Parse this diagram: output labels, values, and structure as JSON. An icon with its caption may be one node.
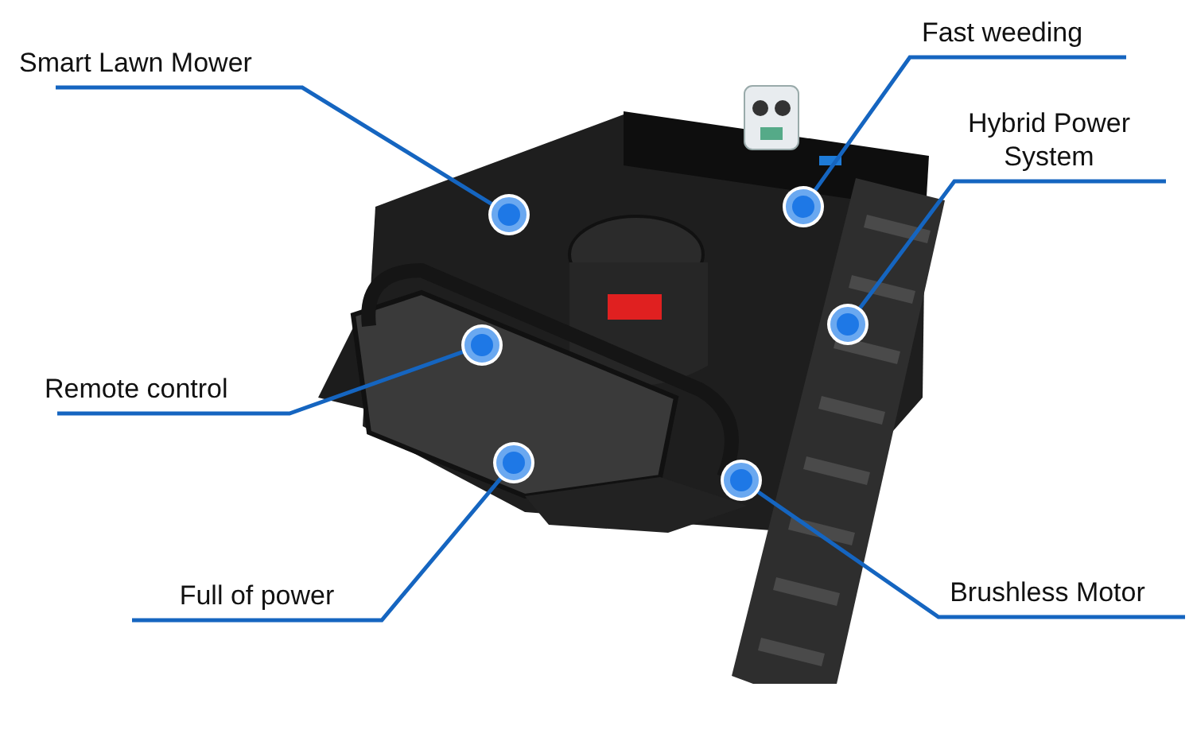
{
  "diagram": {
    "nodes": [
      {
        "text": [
          "Fast weeding"
        ]
      },
      {
        "text": [
          "Smart Lawn Mower"
        ]
      },
      {
        "text": [
          "Hybrid Power System"
        ]
      },
      {
        "text": [
          "Remote control"
        ]
      },
      {
        "text": [
          "Full of power"
        ]
      },
      {
        "text": [
          "Brushless Motor"
        ]
      },
      {
        "text": [],
        "shape": "picture"
      },
      {
        "text": [],
        "shape": "circle",
        "in": 6
      },
      {
        "text": [],
        "shape": "circle",
        "in": 6
      },
      {
        "text": [],
        "shape": "circle",
        "in": 6
      },
      {
        "text": [],
        "shape": "circle",
        "in": 6
      },
      {
        "text": [],
        "shape": "circle",
        "in": 6
      },
      {
        "text": [],
        "shape": "circle",
        "in": 6
      }
    ],
    "edges": [
      {
        "from": 0,
        "to": 11,
        "arrow": "none"
      },
      {
        "from": 1,
        "to": 8,
        "arrow": "none"
      },
      {
        "from": 2,
        "to": 12,
        "arrow": "none"
      },
      {
        "from": 3,
        "to": 7,
        "arrow": "none"
      },
      {
        "from": 4,
        "to": 9,
        "arrow": "none"
      },
      {
        "from": 5,
        "to": 10,
        "arrow": "none"
      }
    ]
  }
}
